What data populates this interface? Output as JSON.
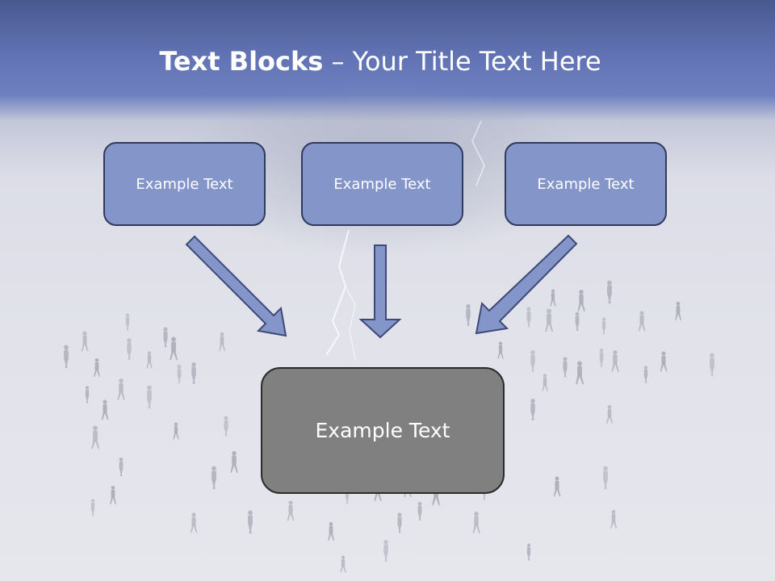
{
  "slide": {
    "title_bold": "Text Blocks",
    "title_dash": " – ",
    "title_rest": "Your Title Text Here",
    "blocks": [
      {
        "label": "Example Text"
      },
      {
        "label": "Example Text"
      },
      {
        "label": "Example Text"
      }
    ],
    "main_block": {
      "label": "Example Text"
    }
  },
  "colors": {
    "block_fill": "#8495c9",
    "block_border": "#2f3a5e",
    "main_fill": "#808080",
    "arrow_fill": "#8495c9",
    "header_blue": "#6173b4"
  },
  "icons": {
    "arrows": [
      "arrow-down-right-icon",
      "arrow-down-icon",
      "arrow-down-left-icon"
    ]
  }
}
